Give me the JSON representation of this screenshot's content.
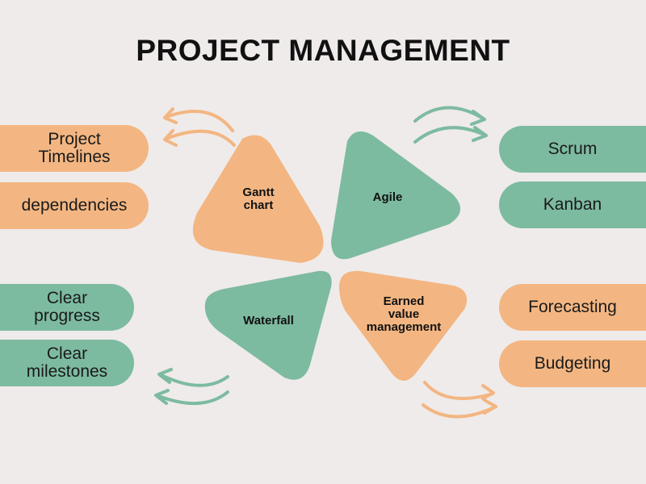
{
  "title": "PROJECT MANAGEMENT",
  "colors": {
    "background": "#efebea",
    "orange": "#f3b682",
    "green": "#7dbba1",
    "text": "#111111"
  },
  "center": {
    "quadrants": [
      {
        "id": "gantt",
        "label_lines": [
          "Gantt",
          "chart"
        ],
        "color": "orange"
      },
      {
        "id": "agile",
        "label_lines": [
          "Agile"
        ],
        "color": "green"
      },
      {
        "id": "waterfall",
        "label_lines": [
          "Waterfall"
        ],
        "color": "green"
      },
      {
        "id": "evm",
        "label_lines": [
          "Earned",
          "value",
          "management"
        ],
        "color": "orange"
      }
    ]
  },
  "branches": {
    "gantt": {
      "items": [
        {
          "lines": [
            "Project",
            "Timelines"
          ]
        },
        {
          "lines": [
            "dependencies"
          ]
        }
      ]
    },
    "agile": {
      "items": [
        {
          "lines": [
            "Scrum"
          ]
        },
        {
          "lines": [
            "Kanban"
          ]
        }
      ]
    },
    "waterfall": {
      "items": [
        {
          "lines": [
            "Clear",
            "progress"
          ]
        },
        {
          "lines": [
            "Clear",
            "milestones"
          ]
        }
      ]
    },
    "evm": {
      "items": [
        {
          "lines": [
            "Forecasting"
          ]
        },
        {
          "lines": [
            "Budgeting"
          ]
        }
      ]
    }
  },
  "icons": {
    "arrows": "curved-double-arrow-icon"
  }
}
